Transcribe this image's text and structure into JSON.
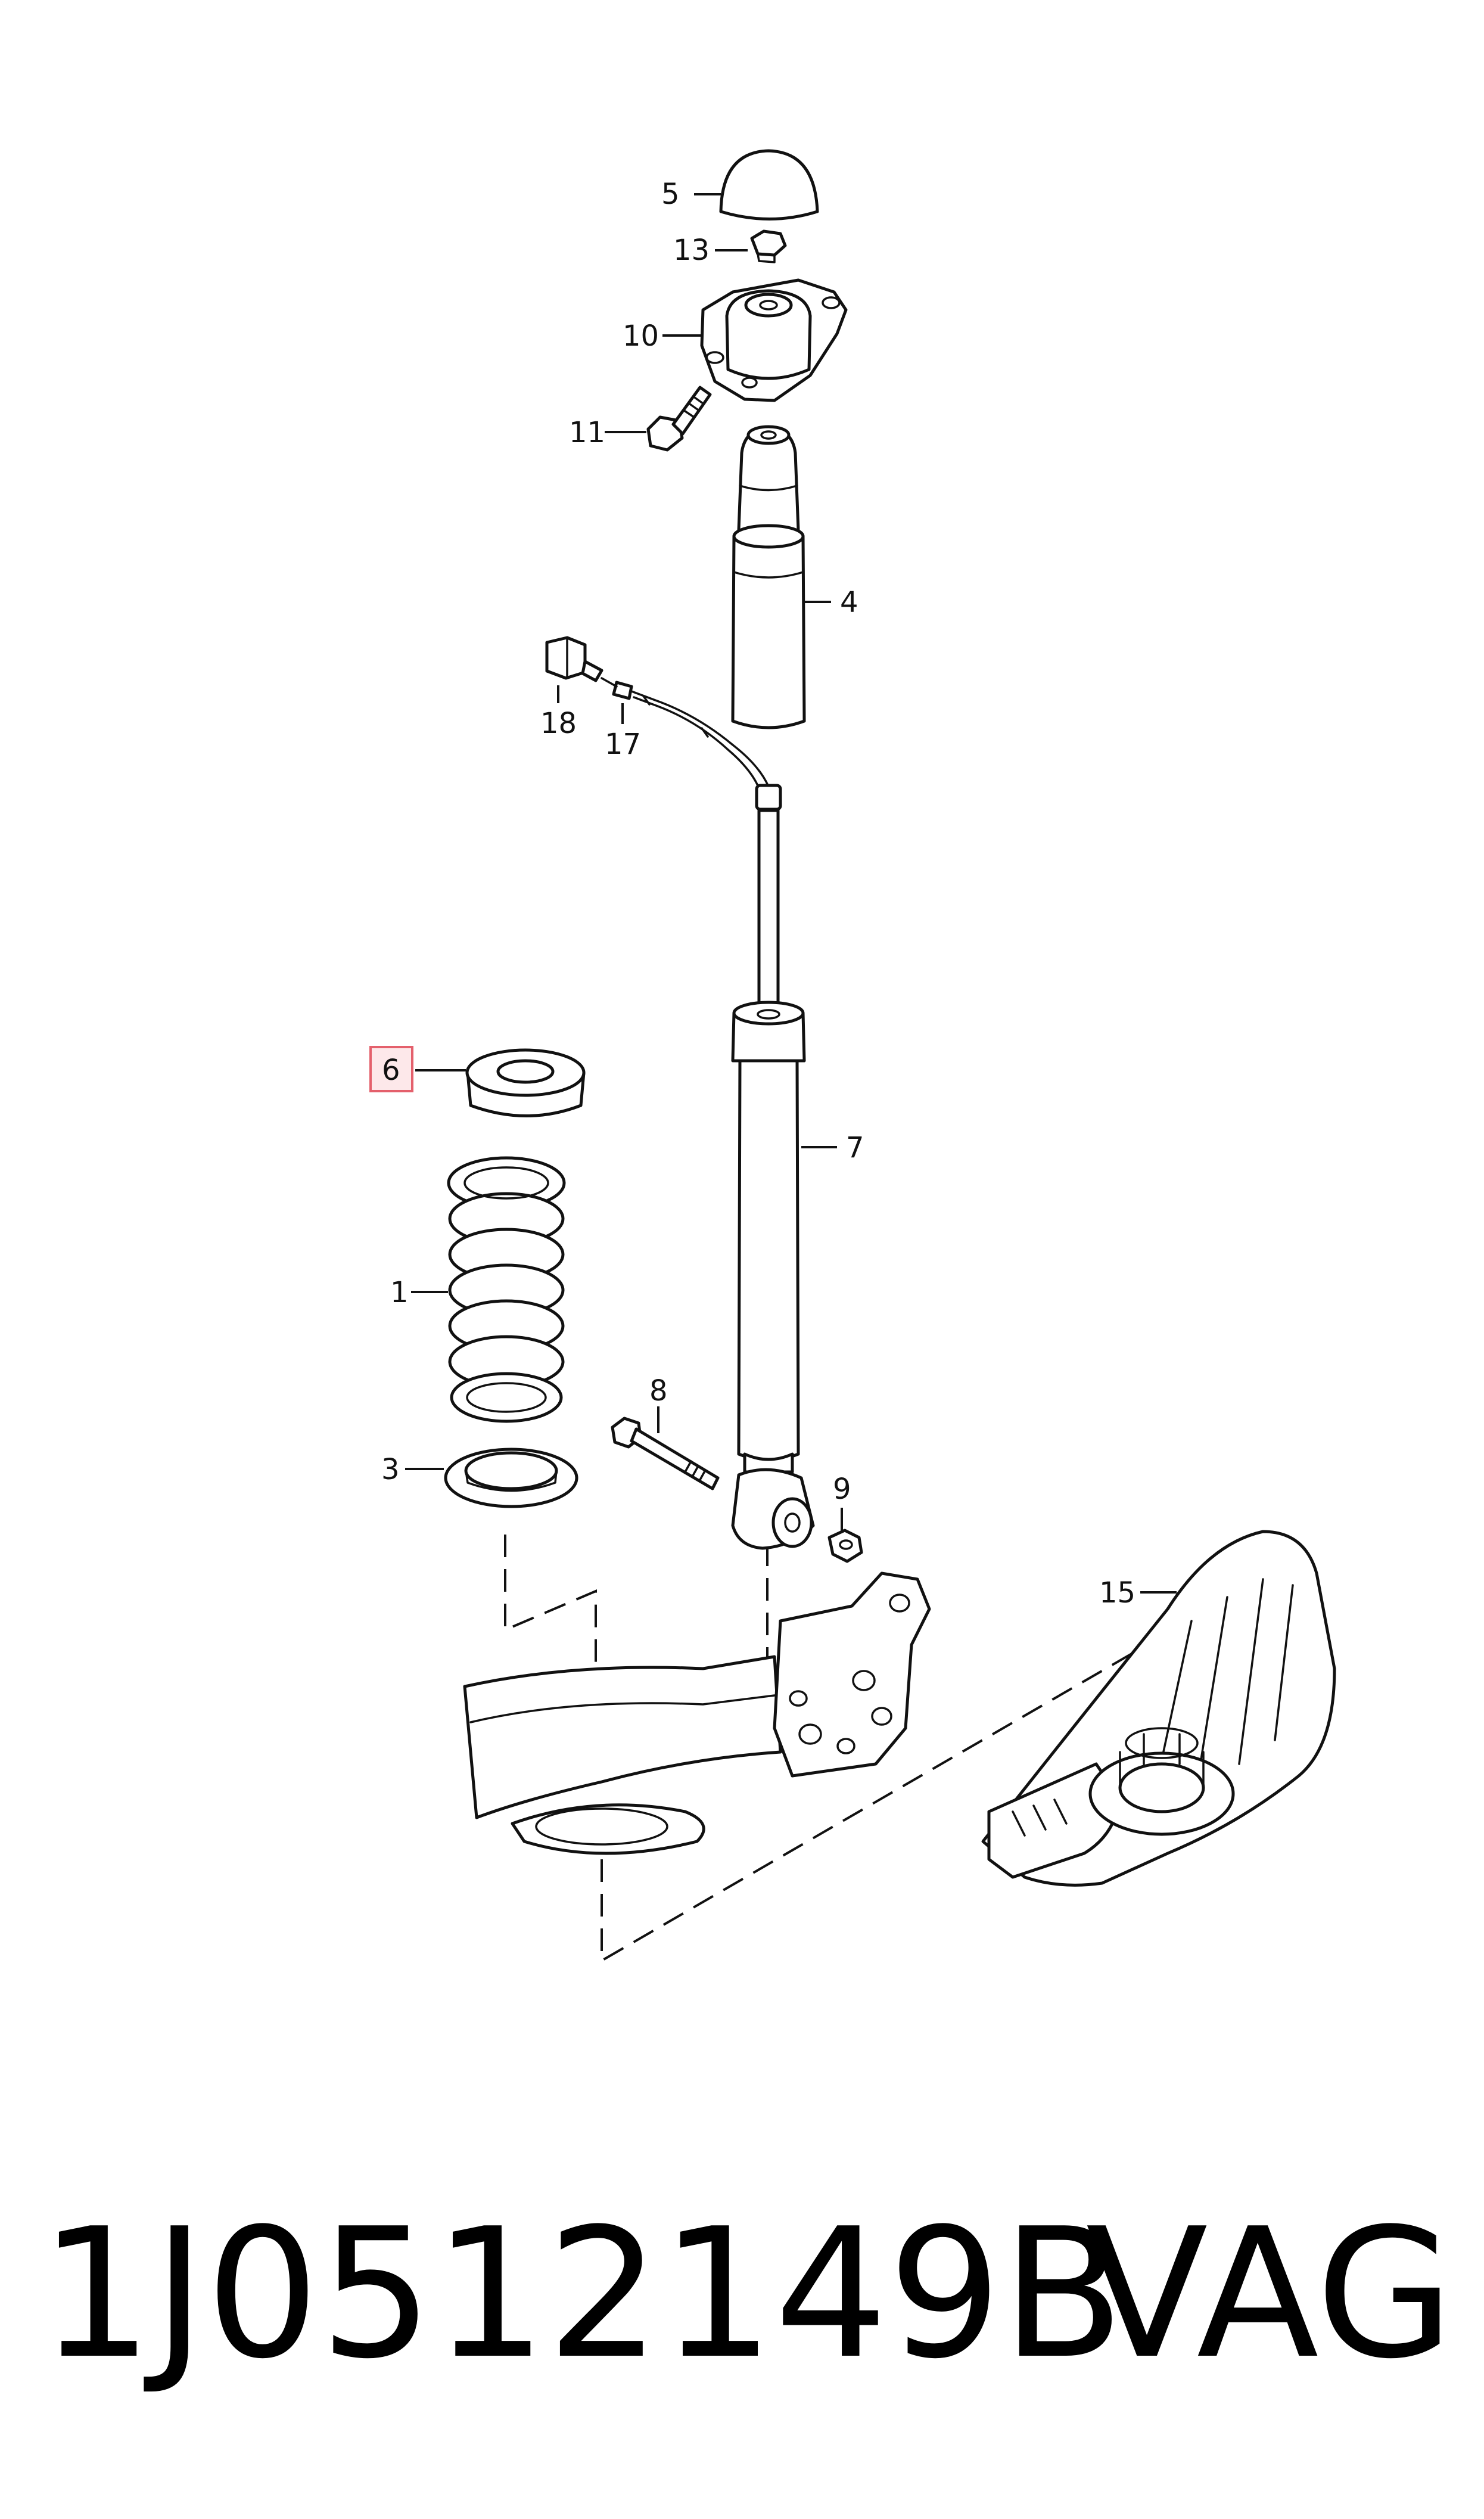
{
  "caption": {
    "part_number": "1J0512149B",
    "brand": "VAG"
  },
  "callouts": {
    "c1": "1",
    "c3": "3",
    "c4": "4",
    "c5": "5",
    "c6": "6",
    "c7": "7",
    "c8": "8",
    "c9": "9",
    "c10": "10",
    "c11": "11",
    "c13": "13",
    "c15": "15",
    "c17": "17",
    "c18": "18"
  },
  "highlighted_callout": "6",
  "colors": {
    "ink": "#111111",
    "highlight_fill": "#fde8ea",
    "highlight_border": "#e4606c"
  }
}
